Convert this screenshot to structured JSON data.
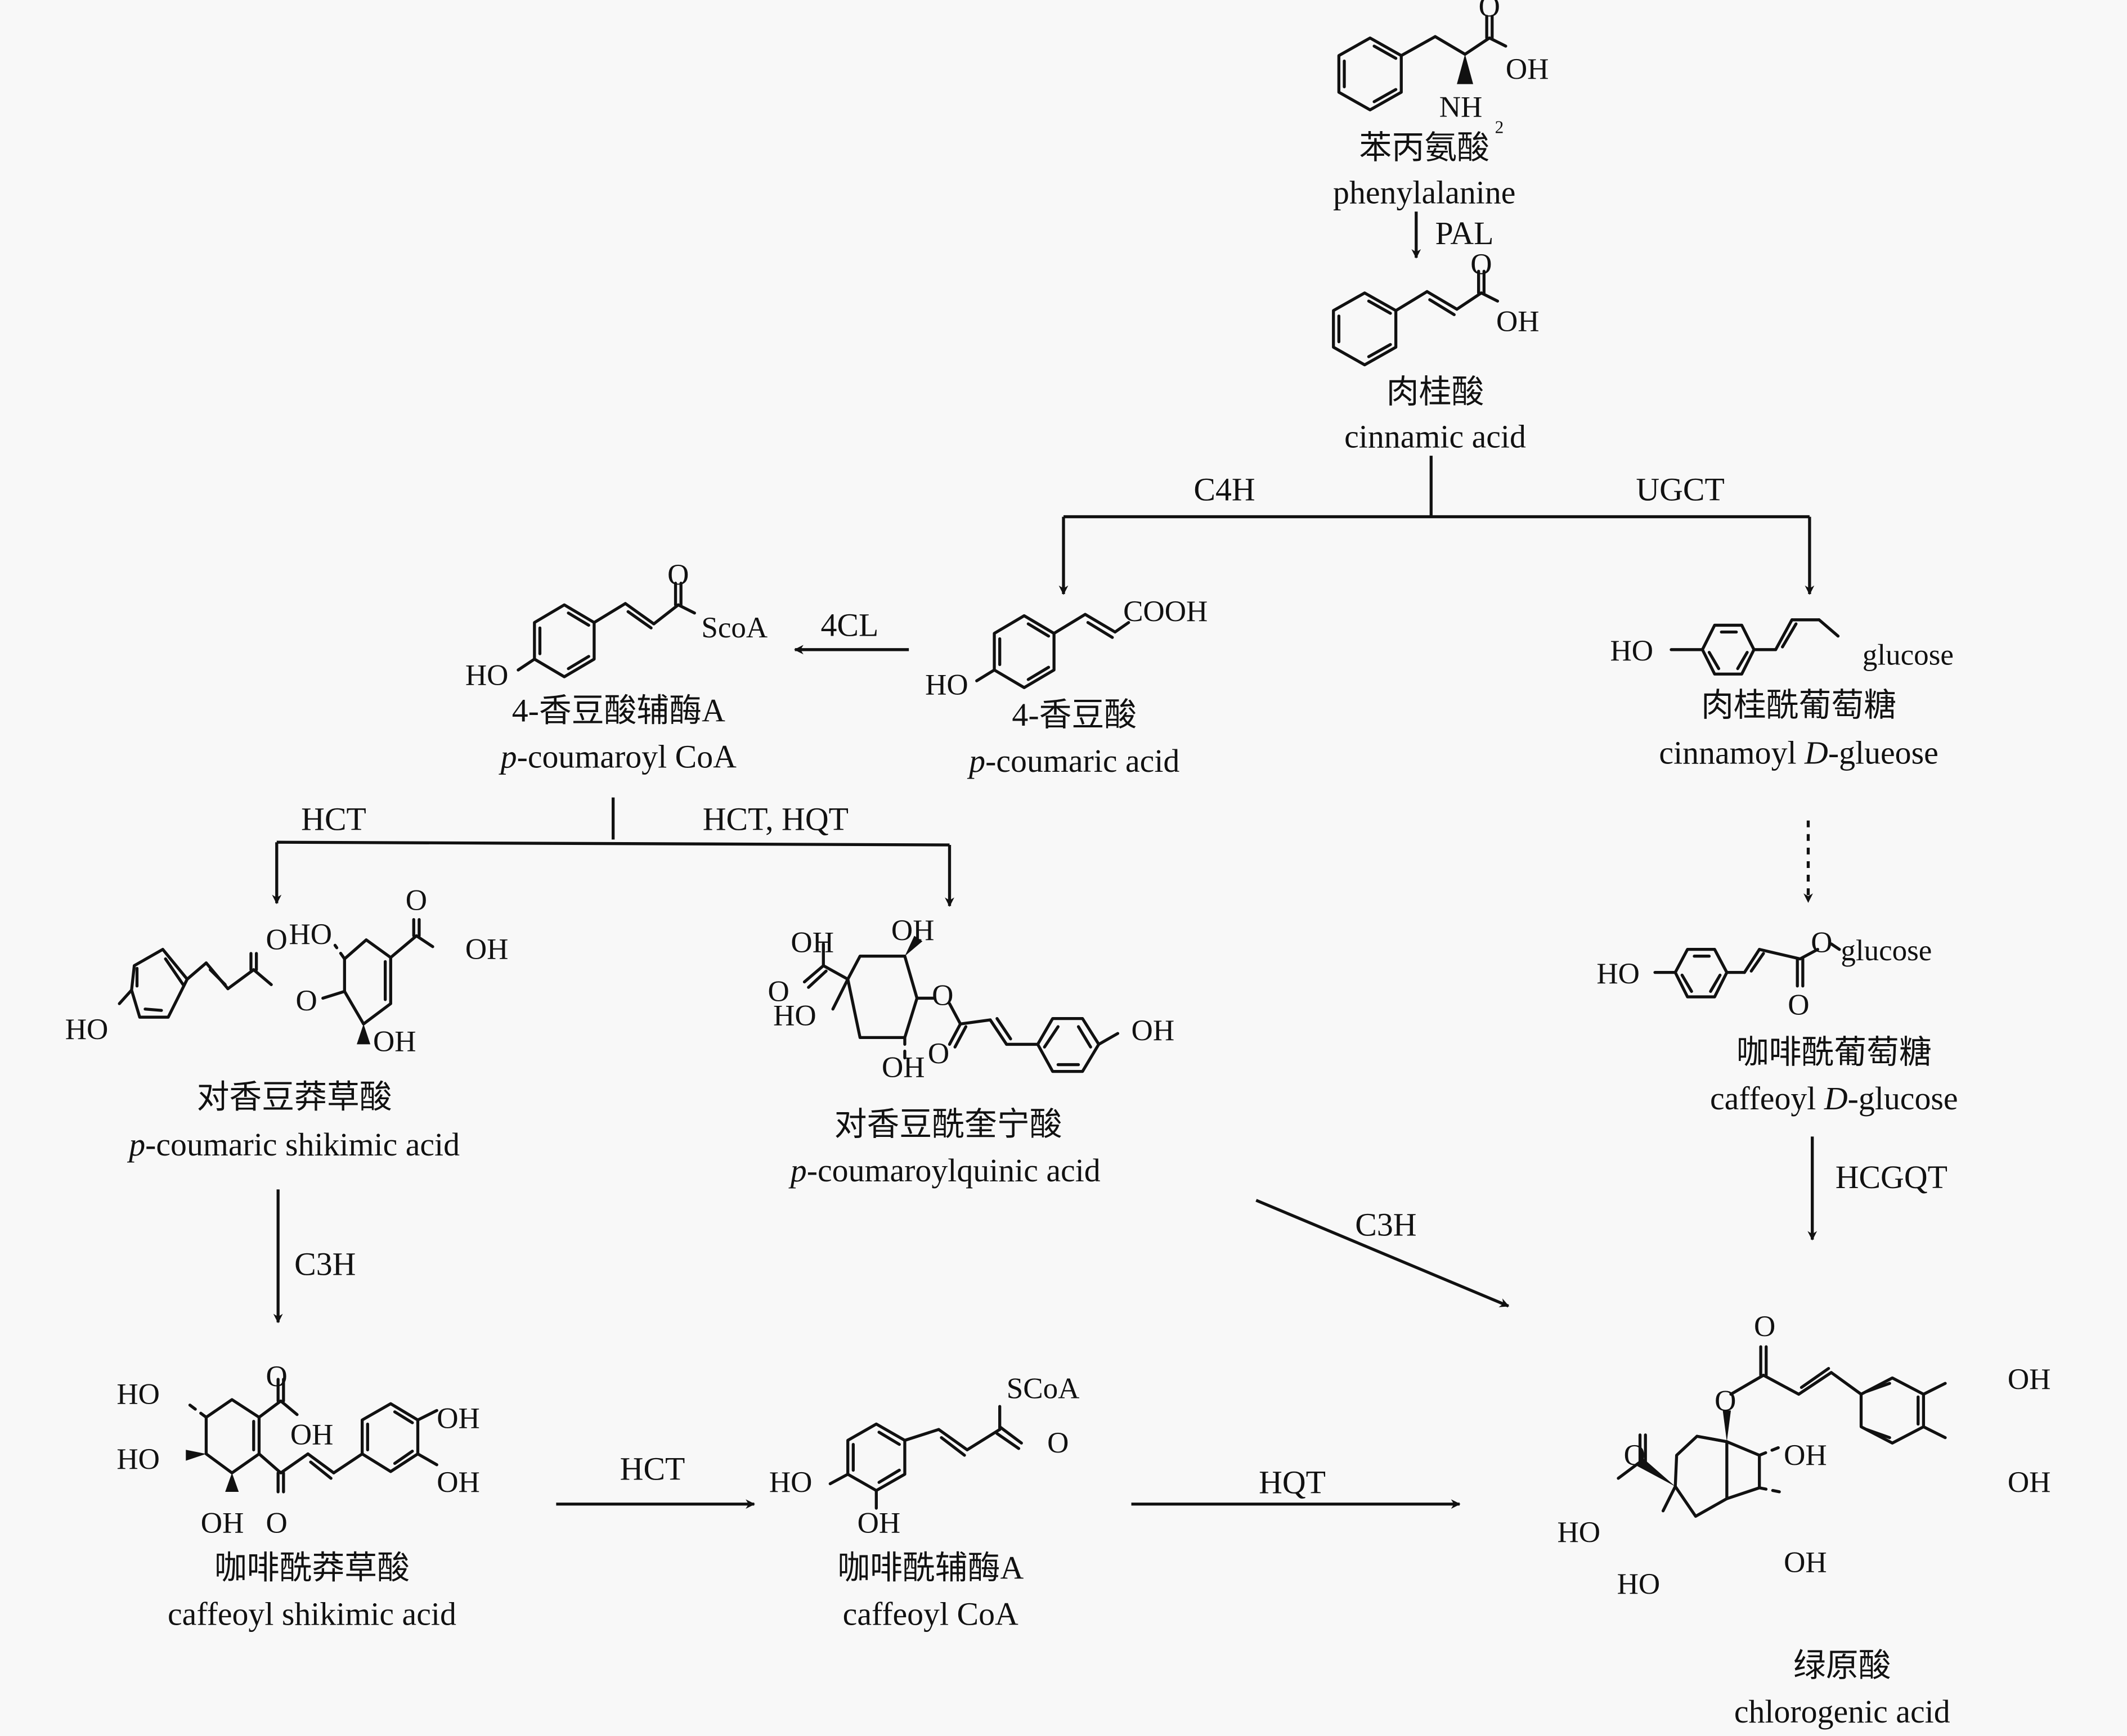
{
  "figure": {
    "type": "biosynthetic-pathway",
    "title": "chlorogenic acid biosynthesis pathway"
  },
  "compounds": {
    "phenylalanine": {
      "zh": "苯丙氨酸",
      "en": "phenylalanine",
      "atoms": {
        "o": "O",
        "oh": "OH",
        "nh": "NH",
        "sub2": "2"
      }
    },
    "cinnamic_acid": {
      "zh": "肉桂酸",
      "en": "cinnamic acid",
      "atoms": {
        "o": "O",
        "oh": "OH"
      }
    },
    "p_coumaric_acid": {
      "zh": "4-香豆酸",
      "en_italic": "p",
      "en_rest": "-coumaric acid",
      "atoms": {
        "cooh": "COOH",
        "ho": "HO"
      }
    },
    "p_coumaroyl_coa": {
      "zh": "4-香豆酸辅酶A",
      "en_italic": "p",
      "en_rest": "-coumaroyl CoA",
      "atoms": {
        "o": "O",
        "scoa": "ScoA",
        "ho": "HO"
      }
    },
    "cinnamoyl_d_glucose": {
      "zh": "肉桂酰葡萄糖",
      "en_pre": "cinnamoyl ",
      "en_italic": "D",
      "en_rest": "-glueose",
      "atoms": {
        "ho": "HO",
        "glucose": "glucose"
      }
    },
    "p_coumaric_shikimic_acid": {
      "zh": "对香豆莽草酸",
      "en_italic": "p",
      "en_rest": "-coumaric shikimic acid",
      "atoms": {
        "o1": "O",
        "ho_top": "HO",
        "o_carb": "O",
        "oh_acid": "OH",
        "o_ester": "O",
        "ho": "HO",
        "oh_bottom": "OH"
      }
    },
    "p_coumaroylquinic_acid": {
      "zh": "对香豆酰奎宁酸",
      "en_italic": "p",
      "en_rest": "-coumaroylquinic acid",
      "atoms": {
        "oh1": "OH",
        "oh2": "OH",
        "o1": "O",
        "ho": "HO",
        "o_ester": "O",
        "oh3": "OH",
        "o2": "O",
        "oh4": "OH"
      }
    },
    "caffeoyl_d_glucose": {
      "zh": "咖啡酰葡萄糖",
      "en_pre": "caffeoyl ",
      "en_italic": "D",
      "en_rest": "-glucose",
      "atoms": {
        "ho": "HO",
        "o": "O",
        "glucose": "glucose",
        "o2": "O"
      }
    },
    "caffeoyl_shikimic_acid": {
      "zh": "咖啡酰莽草酸",
      "en": "caffeoyl shikimic acid",
      "atoms": {
        "ho1": "HO",
        "o1": "O",
        "oh1": "OH",
        "ho2": "HO",
        "oh2": "OH",
        "o2": "O",
        "oh3": "OH",
        "oh4": "OH"
      }
    },
    "caffeoyl_coa": {
      "zh": "咖啡酰辅酶A",
      "en": "caffeoyl CoA",
      "atoms": {
        "scoa": "SCoA",
        "o": "O",
        "ho": "HO",
        "oh": "OH"
      }
    },
    "chlorogenic_acid": {
      "zh": "绿原酸",
      "en": "chlorogenic acid",
      "atoms": {
        "o1": "O",
        "o2": "O",
        "oh1": "OH",
        "oh2": "OH",
        "o3": "O",
        "oh3": "OH",
        "ho1": "HO",
        "oh4": "OH",
        "ho2": "HO"
      }
    }
  },
  "enzymes": {
    "pal": "PAL",
    "c4h": "C4H",
    "ugct": "UGCT",
    "fourcl": "4CL",
    "hct_left": "HCT",
    "hct_hqt": "HCT, HQT",
    "c3h_left": "C3H",
    "c3h_diag": "C3H",
    "hcgqt": "HCGQT",
    "hct_bottom": "HCT",
    "hqt_bottom": "HQT"
  }
}
